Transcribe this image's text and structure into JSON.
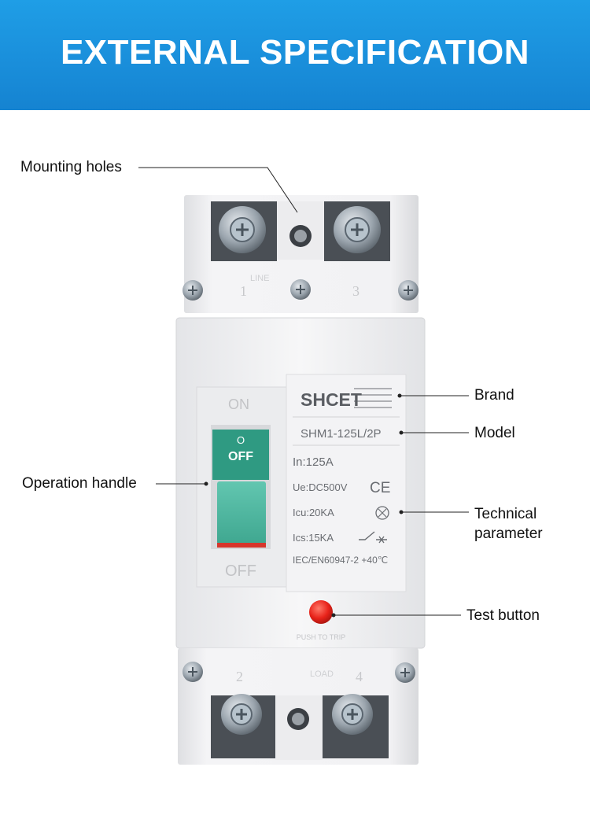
{
  "header": {
    "title": "EXTERNAL SPECIFICATION",
    "bg_color": "#1a8fdb"
  },
  "callouts": {
    "mounting_holes": "Mounting holes",
    "brand": "Brand",
    "model": "Model",
    "technical_parameter_line1": "Technical",
    "technical_parameter_line2": "parameter",
    "operation_handle": "Operation handle",
    "test_button": "Test button"
  },
  "device": {
    "terminal_top_left": "1",
    "terminal_top_label": "LINE",
    "terminal_top_right": "3",
    "terminal_bottom_left": "2",
    "terminal_bottom_label": "LOAD",
    "terminal_bottom_right": "4",
    "handle_on": "ON",
    "handle_off": "OFF",
    "handle_indicator_o": "O",
    "handle_indicator_off": "OFF",
    "brand_name": "SHCET",
    "model": "SHM1-125L/2P",
    "rated_current": "In:125A",
    "rated_voltage": "Ue:DC500V",
    "ce_mark": "CE",
    "icu": "Icu:20KA",
    "ics": "Ics:15KA",
    "standard": "IEC/EN60947-2 +40℃",
    "push_to_trip": "PUSH TO TRIP",
    "handle_color": "#4fb8a2",
    "test_button_color": "#e8231a"
  }
}
